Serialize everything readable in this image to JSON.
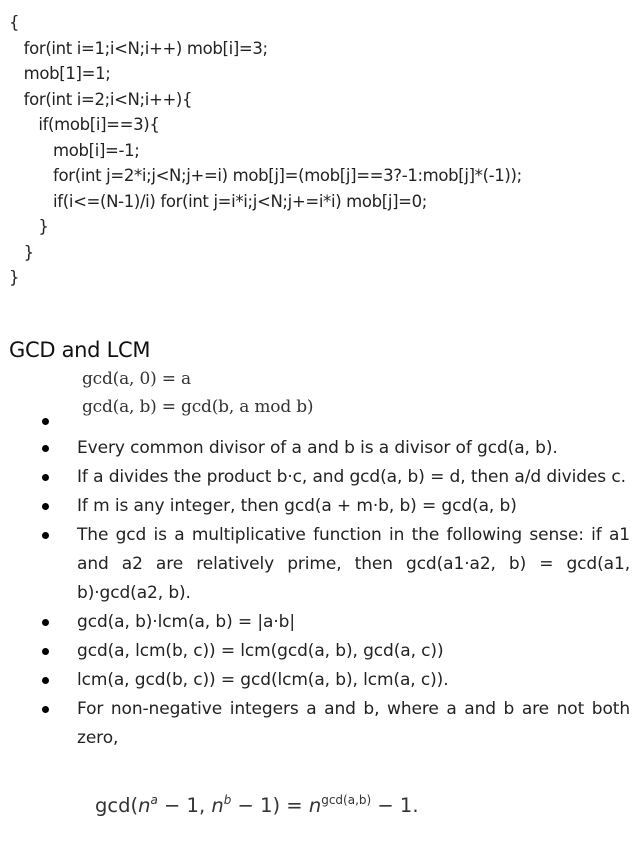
{
  "code": [
    "{",
    "   for(int i=1;i<N;i++) mob[i]=3;",
    "   mob[1]=1;",
    "   for(int i=2;i<N;i++){",
    "      if(mob[i]==3){",
    "         mob[i]=-1;",
    "         for(int j=2*i;j<N;j+=i) mob[j]=(mob[j]==3?-1:mob[j]*(-1));",
    "         if(i<=(N-1)/i) for(int j=i*i;j<N;j+=i*i) mob[j]=0;",
    "      }",
    "   }",
    "}"
  ],
  "heading": "GCD and LCM",
  "math": {
    "line1": "gcd(a, 0) = a",
    "line2": "gcd(a, b) = gcd(b, a mod b)"
  },
  "bullets": [
    "",
    "Every common divisor of a and b is a divisor of gcd(a, b).",
    "If a divides the product b·c, and gcd(a, b) = d, then a/d divides c.",
    "If m is any integer, then gcd(a + m·b, b) = gcd(a, b)",
    "The gcd is a multiplicative function in the following sense: if a1 and a2 are relatively prime, then gcd(a1·a2, b) = gcd(a1, b)·gcd(a2, b).",
    "gcd(a, b)·lcm(a, b) = |a·b|",
    "gcd(a, lcm(b, c)) = lcm(gcd(a, b), gcd(a, c))",
    "lcm(a, gcd(b, c)) = gcd(lcm(a, b), lcm(a, c)).",
    "For non-negative integers a and b, where a and b are not both zero,"
  ],
  "formula": {
    "lhs_open": "gcd(",
    "n1": "n",
    "a_exp": "a",
    "mid": " − 1, ",
    "n2": "n",
    "b_exp": "b",
    "close_eq": " − 1) = ",
    "n3": "n",
    "gcd_exp": "gcd(a,b)",
    "tail": " − 1."
  }
}
